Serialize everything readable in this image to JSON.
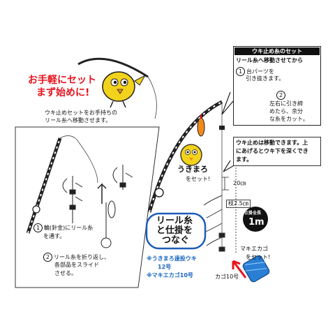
{
  "headline": {
    "line1": "お手軽にセット",
    "line2": "まず始めに!"
  },
  "left_panel": {
    "caption_line1": "ウキ止めセットをお手持ちの",
    "caption_line2": "リール糸へ移動させます。",
    "step1_number": "1",
    "step1_line1": "輪(針金)にリール糸",
    "step1_line2": "を通す。",
    "step2_number": "2",
    "step2_line1": "リール糸を折り返し、",
    "step2_line2": "各部品をスライド",
    "step2_line3": "させる。"
  },
  "ukidome_box": {
    "title": "ウキ止め糸のセット",
    "subtitle": "リール糸へ移動させてから",
    "step1_number": "1",
    "step1_line1": "台パーツを",
    "step1_line2": "引き抜きます。",
    "step2_number": "2",
    "step2_line1": "左右に引き締",
    "step2_line2": "めたら、余分",
    "step2_line3": "な糸をカット。"
  },
  "note_box": {
    "line1": "ウキ止めは移動できます。上",
    "line2": "にあげるとウキ下を深くでき",
    "line3": "ます。"
  },
  "float_label": {
    "name": "うきまろ",
    "suffix": "をセット!"
  },
  "dimensions": {
    "upper": "20㎝",
    "branch": "枝2.5㎝",
    "total_label": "仕掛全長",
    "total_value": "1m"
  },
  "reel_line_label": {
    "line1": "リール糸",
    "line2": "と仕掛を",
    "line3": "つなぐ"
  },
  "product_notes": {
    "line1": "※うきまろ遠投ウキ",
    "line2": "12号",
    "line3": "※マキエカゴ10号"
  },
  "maki_label": {
    "line1": "マキエカゴ",
    "line2": "をセット!"
  },
  "cage_label": "カゴ10号",
  "colors": {
    "accent_red": "#e8141e",
    "callout_blue": "#1e5bb8",
    "note_blue": "#1565c0",
    "character_yellow": "#f2d21b",
    "cage_blue": "#2a7fd4",
    "float_orange": "#f08a1c"
  }
}
